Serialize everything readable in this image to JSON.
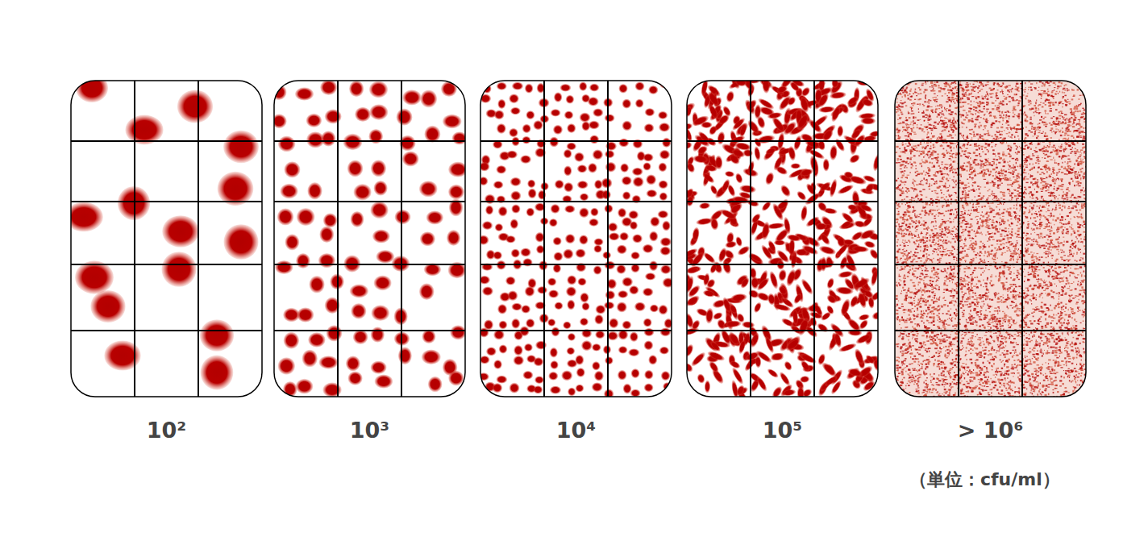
{
  "diagram": {
    "nodes": [
      {
        "text": [
          "10²"
        ]
      },
      {
        "text": [
          "10³"
        ]
      },
      {
        "text": [
          "10⁴"
        ]
      },
      {
        "text": [
          "10⁵"
        ]
      },
      {
        "text": [
          "> 10⁶"
        ]
      }
    ],
    "labels": [
      "（単位：cfu/ml）"
    ]
  }
}
